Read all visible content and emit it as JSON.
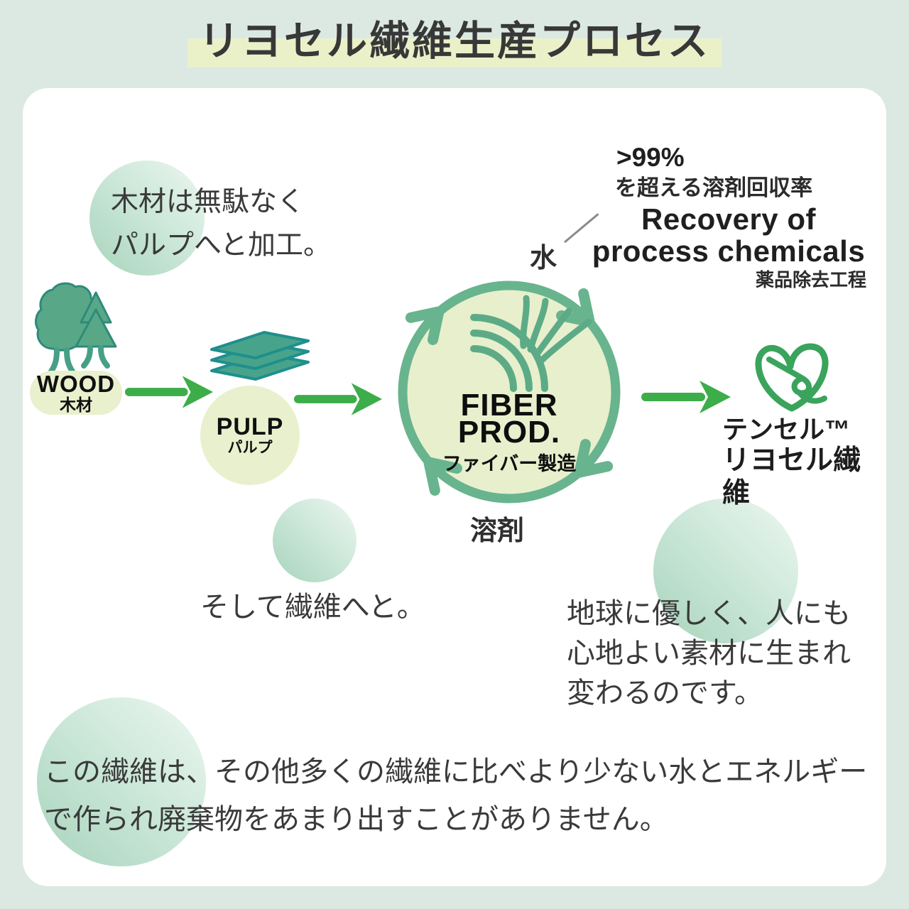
{
  "title": "リヨセル繊維生産プロセス",
  "notes": {
    "wood1": "木材は無駄なく",
    "wood2": "パルプへと加工。",
    "fiber": "そして繊維へと。",
    "material1": "地球に優しく、人にも",
    "material2": "心地よい素材に生まれ",
    "material3": "変わるのです。",
    "footer1": "この繊維は、その他多くの繊維に比べより少ない水とエネルギー",
    "footer2": "で作られ廃棄物をあまり出すことがありません。"
  },
  "labels": {
    "water": "水",
    "solvent": "溶剤"
  },
  "recovery": {
    "percent": ">99%",
    "jp": "を超える溶剤回収率",
    "en1": "Recovery of",
    "en2": "process chemicals",
    "sub": "薬品除去工程"
  },
  "nodes": {
    "wood_en": "WOOD",
    "wood_jp": "木材",
    "pulp_en": "PULP",
    "pulp_jp": "パルプ",
    "fiber_en1": "FIBER",
    "fiber_en2": "PROD.",
    "fiber_jp": "ファイバー製造",
    "product1": "テンセル™",
    "product2": "リヨセル繊維"
  },
  "flow": {
    "steps": [
      "WOOD 木材",
      "PULP パルプ",
      "FIBER PROD. ファイバー製造",
      "テンセル™ リヨセル繊維"
    ],
    "cycle_inputs": [
      "水",
      "溶剤"
    ],
    "cycle_note": ">99% を超える溶剤回収率 (Recovery of process chemicals / 薬品除去工程)"
  },
  "icons": {
    "trees": "trees-icon",
    "pulp_sheets": "pulp-sheets-icon",
    "recycle_ring": "recycle-ring-icon",
    "fiber_strands": "fiber-strands-icon",
    "leaf": "tencel-leaf-icon",
    "flow_arrow": "flow-arrow-icon"
  },
  "colors": {
    "background": "#dbe9e2",
    "card": "#ffffff",
    "highlight": "#eaf1c9",
    "node_fill": "#e9f0cd",
    "ring_green": "#68b48e",
    "arrow_green": "#3cad49",
    "tree_green": "#58a888",
    "tree_outline": "#2e8a7a",
    "sheet_outline": "#1f8f8d",
    "leaf_green": "#3aa35c",
    "text_dark": "#3a3a3a",
    "gradient_from": "#a8d4bc",
    "gradient_to": "#edf7f1"
  }
}
